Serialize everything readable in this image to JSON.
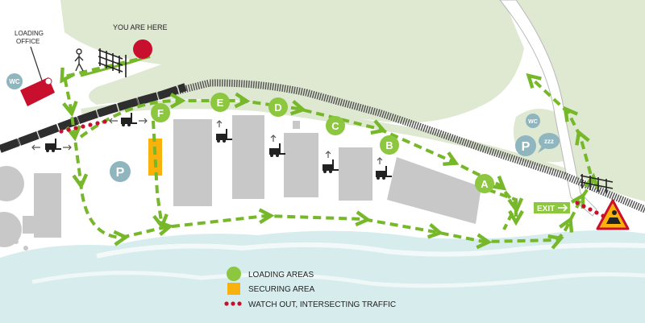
{
  "labels": {
    "you_are_here": "YOU ARE HERE",
    "loading_office_line1": "LOADING",
    "loading_office_line2": "OFFICE",
    "wc": "WC",
    "parking": "P",
    "rest": "zzz",
    "exit": "EXIT"
  },
  "loading_areas": [
    "A",
    "B",
    "C",
    "D",
    "E",
    "F"
  ],
  "legend": {
    "loading_areas": "LOADING AREAS",
    "securing_area": "SECURING AREA",
    "watch_out": "WATCH OUT, INTERSECTING TRAFFIC"
  },
  "colors": {
    "green": "#8dc63f",
    "route": "#76b82a",
    "grass": "#dfe9d2",
    "building": "#c8c8c8",
    "rail": "#3a3a3a",
    "water": "#d7ecec",
    "yellow": "#f9b20b",
    "red": "#c8102e",
    "badge": "#8fb5be"
  },
  "icons": [
    "pedestrian-icon",
    "forklift-icon",
    "warning-sign-icon",
    "gate-icon",
    "wc-icon",
    "parking-icon",
    "exit-arrow-icon",
    "loading-office-icon"
  ]
}
